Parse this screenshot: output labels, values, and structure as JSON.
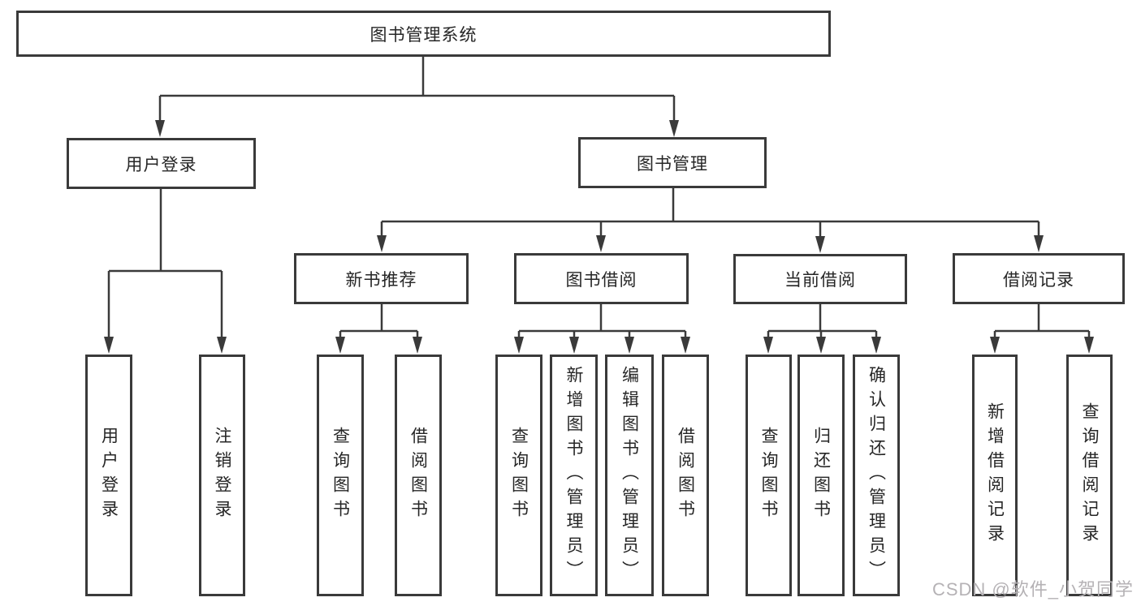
{
  "diagram": {
    "type": "tree-flowchart",
    "tree": {
      "label": "图书管理系统",
      "children": [
        {
          "label": "用户登录",
          "children": [
            {
              "label": "用户登录"
            },
            {
              "label": "注销登录"
            }
          ]
        },
        {
          "label": "图书管理",
          "children": [
            {
              "label": "新书推荐",
              "children": [
                {
                  "label": "查询图书"
                },
                {
                  "label": "借阅图书"
                }
              ]
            },
            {
              "label": "图书借阅",
              "children": [
                {
                  "label": "查询图书"
                },
                {
                  "label": "新增图书（管理员）"
                },
                {
                  "label": "编辑图书（管理员）"
                },
                {
                  "label": "借阅图书"
                }
              ]
            },
            {
              "label": "当前借阅",
              "children": [
                {
                  "label": "查询图书"
                },
                {
                  "label": "归还图书"
                },
                {
                  "label": "确认归还（管理员）"
                }
              ]
            },
            {
              "label": "借阅记录",
              "children": [
                {
                  "label": "新增借阅记录"
                },
                {
                  "label": "查询借阅记录"
                }
              ]
            }
          ]
        }
      ]
    }
  },
  "watermark": {
    "text": "CSDN @软件_小贺同学"
  },
  "colors": {
    "line": "#3a3a3a",
    "text": "#262626",
    "watermark": "#b5b2b5",
    "background": "#ffffff"
  }
}
